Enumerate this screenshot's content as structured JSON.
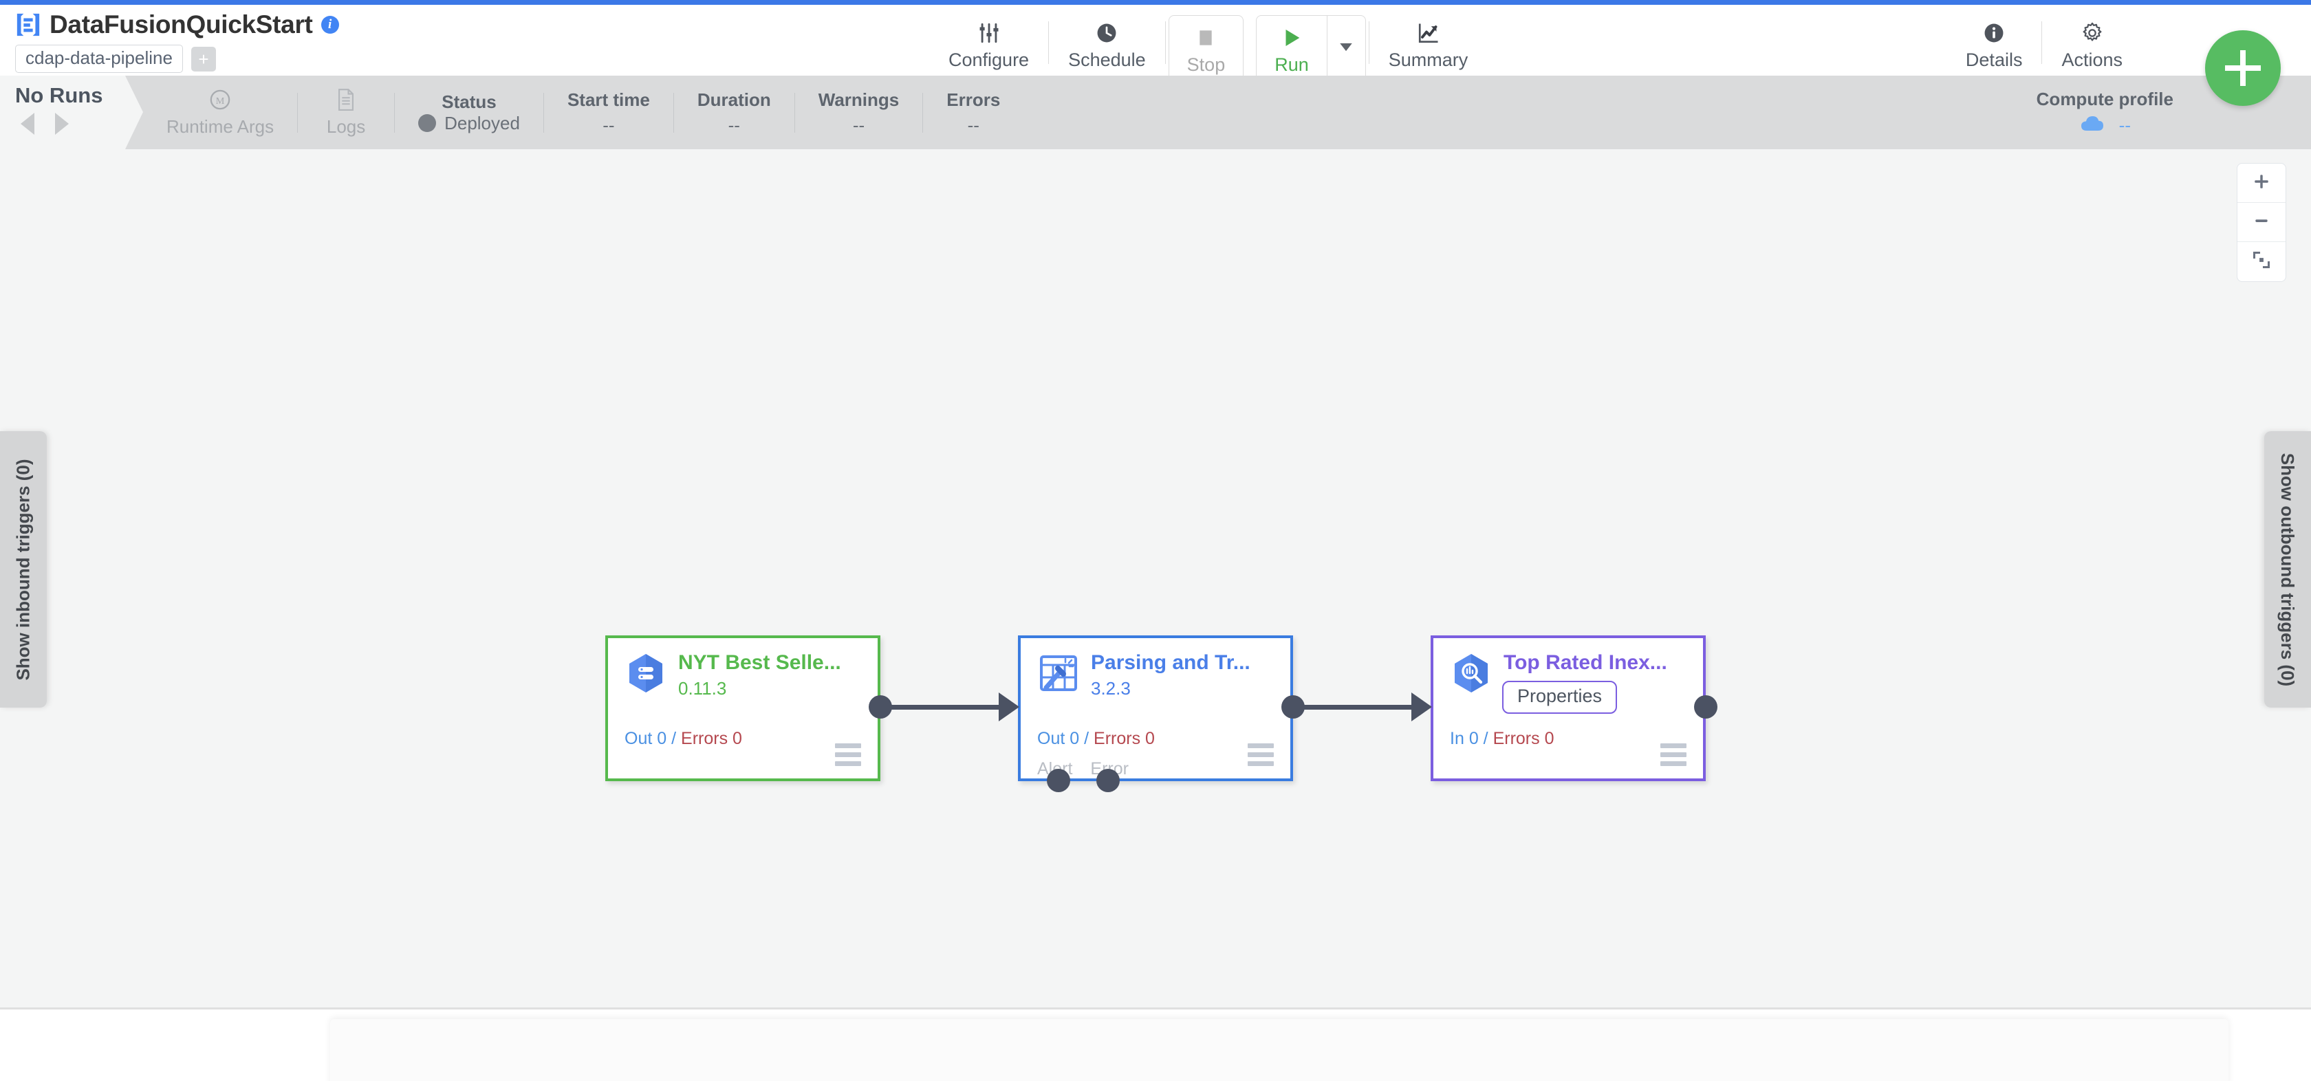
{
  "header": {
    "app_icon": "cdap-logo-icon",
    "title": "DataFusionQuickStart",
    "info_icon": "info-icon",
    "artifact_chip": "cdap-data-pipeline",
    "add_chip_label": "+",
    "toolbar": {
      "configure": {
        "label": "Configure",
        "icon": "sliders-icon"
      },
      "schedule": {
        "label": "Schedule",
        "icon": "clock-icon"
      },
      "stop": {
        "label": "Stop",
        "icon": "stop-square-icon"
      },
      "run": {
        "label": "Run",
        "icon": "play-triangle-icon"
      },
      "run_caret": {
        "icon": "caret-down-icon"
      },
      "summary": {
        "label": "Summary",
        "icon": "trend-chart-icon"
      },
      "details": {
        "label": "Details",
        "icon": "info-circle-icon"
      },
      "actions": {
        "label": "Actions",
        "icon": "gear-icon"
      }
    }
  },
  "statusbar": {
    "runs_title": "No Runs",
    "prev_icon": "triangle-left-icon",
    "next_icon": "triangle-right-icon",
    "runtime_args": {
      "label": "Runtime Args",
      "icon": "macro-m-icon"
    },
    "logs": {
      "label": "Logs",
      "icon": "document-icon"
    },
    "status": {
      "label": "Status",
      "value": "Deployed",
      "dot_color": "#7a7f86"
    },
    "start_time": {
      "label": "Start time",
      "value": "--"
    },
    "duration": {
      "label": "Duration",
      "value": "--"
    },
    "warnings": {
      "label": "Warnings",
      "value": "--"
    },
    "errors": {
      "label": "Errors",
      "value": "--"
    },
    "compute_profile": {
      "label": "Compute profile",
      "value": "--",
      "icon": "cloud-icon"
    }
  },
  "canvas": {
    "fab_label": "+",
    "zoom_in_icon": "plus-icon",
    "zoom_out_icon": "minus-icon",
    "fit_icon": "fit-to-screen-icon",
    "inbound_drawer": "Show inbound triggers (0)",
    "outbound_drawer": "Show outbound triggers (0)",
    "nodes": [
      {
        "name": "NYT Best Selle...",
        "version": "0.11.3",
        "icon": "bigquery-source-icon",
        "metrics": {
          "in_label": "Out",
          "in_value": "0",
          "sep": "/",
          "err_label": "Errors",
          "err_value": "0"
        },
        "menu_icon": "hamburger-menu-icon",
        "border_color": "#56b94d"
      },
      {
        "name": "Parsing and Tr...",
        "version": "3.2.3",
        "icon": "wrangler-icon",
        "metrics": {
          "in_label": "Out",
          "in_value": "0",
          "sep": "/",
          "err_label": "Errors",
          "err_value": "0"
        },
        "alert_label": "Alert",
        "error_label": "Error",
        "menu_icon": "hamburger-menu-icon",
        "border_color": "#3a7ce0"
      },
      {
        "name": "Top Rated Inex...",
        "version": "",
        "properties_label": "Properties",
        "icon": "bigquery-sink-icon",
        "metrics": {
          "in_label": "In",
          "in_value": "0",
          "sep": "/",
          "err_label": "Errors",
          "err_value": "0"
        },
        "menu_icon": "hamburger-menu-icon",
        "border_color": "#7b5ee0"
      }
    ]
  },
  "colors": {
    "accent_blue": "#3b78e7",
    "green": "#56b94d",
    "purple": "#7b5ee0",
    "fab_green": "#57bc62",
    "canvas_bg": "#f4f5f5",
    "statusbar_bg": "#dadbdc"
  }
}
